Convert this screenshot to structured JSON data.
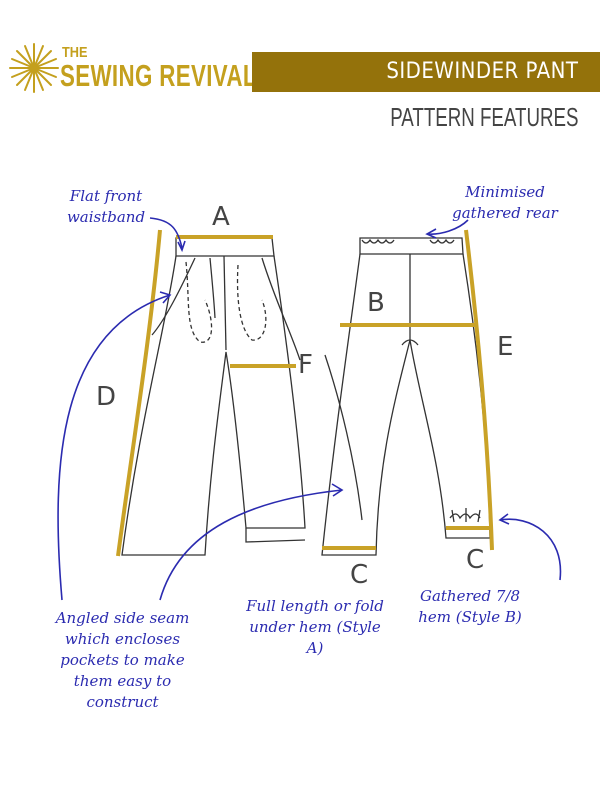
{
  "brand": {
    "the": "THE",
    "name": "SEWING REVIVAL"
  },
  "header": {
    "title": "SIDEWINDER PANT",
    "subtitle": "PATTERN FEATURES"
  },
  "labels": {
    "a": "A",
    "b": "B",
    "c_front": "C",
    "c_back": "C",
    "d": "D",
    "e": "E",
    "f": "F"
  },
  "notes": {
    "waistband": "Flat front waistband",
    "rear": "Minimised gathered rear",
    "side_seam": "Angled side seam which encloses pockets to make them easy to construct",
    "full_length": "Full length or fold under hem (Style A)",
    "gathered_hem": "Gathered 7/8 hem (Style B)"
  },
  "colors": {
    "gold": "#c4a01e",
    "banner": "#94720b",
    "annotation": "#2b2bb0",
    "measure": "#c9a227"
  }
}
